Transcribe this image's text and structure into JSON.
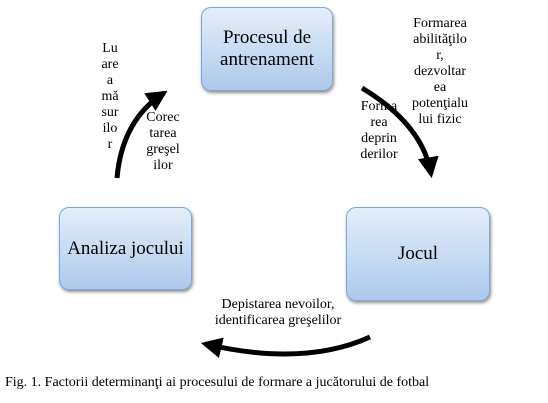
{
  "boxes": {
    "training_process": "Procesul de\nantrenament",
    "game": "Jocul",
    "game_analysis": "Analiza jocului"
  },
  "labels": {
    "skills_development": "Formarea\nabilităţilo\nr,\ndezvoltar\nea\npotenţialu\nlui fizic",
    "habits_formation": "Forma\nrea\ndeprin\nderilor",
    "needs_identification": "Depistarea nevoilor,\nidentificarea greşelilor",
    "measures_taking": "Lu\nare\na\nmă\nsur\nilo\nr",
    "mistakes_correction": "Corec\ntarea\ngreşel\nilor"
  },
  "caption": "Fig. 1. Factorii determinanţi ai procesului de formare a jucătorului de fotbal",
  "colors": {
    "box_fill": "#c6daf2",
    "box_border": "#7ea6d6",
    "arrow": "#000000"
  }
}
